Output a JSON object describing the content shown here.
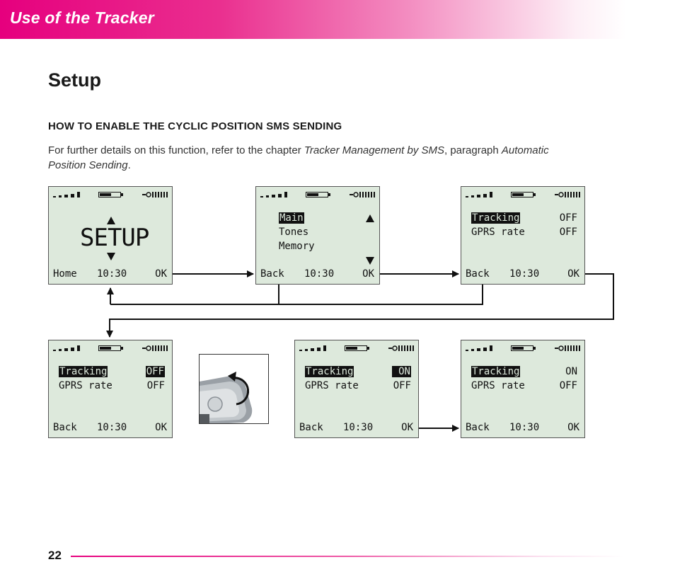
{
  "header": {
    "section_title": "Use of the Tracker"
  },
  "page": {
    "title": "Setup",
    "section_heading": "HOW TO ENABLE THE CYCLIC POSITION SMS SENDING",
    "intro": {
      "part1": "For further details on this function, refer to the chapter ",
      "chapter": "Tracker Management by SMS",
      "part2": ", paragraph ",
      "paragraph_l1": "Automatic",
      "paragraph_l2": "Position Sending",
      "end": "."
    },
    "page_number": "22"
  },
  "icons": {
    "signal": "signal-strength-icon",
    "battery": "battery-icon",
    "antenna": "gps-antenna-icon",
    "rotate": "rotate-arrow-icon"
  },
  "screens": {
    "s1": {
      "big": "SETUP",
      "left": "Home",
      "time": "10:30",
      "right": "OK"
    },
    "s2": {
      "menu": [
        "Main",
        "Tones",
        "Memory"
      ],
      "left": "Back",
      "time": "10:30",
      "right": "OK"
    },
    "s3": {
      "r1_label": "Tracking",
      "r1_value": "OFF",
      "r2_label": "GPRS rate",
      "r2_value": "OFF",
      "left": "Back",
      "time": "10:30",
      "right": "OK"
    },
    "s4": {
      "r1_label": "Tracking",
      "r1_value": "OFF",
      "r2_label": "GPRS rate",
      "r2_value": "OFF",
      "left": "Back",
      "time": "10:30",
      "right": "OK"
    },
    "s5": {
      "r1_label": "Tracking",
      "r1_value": " ON",
      "r2_label": "GPRS rate",
      "r2_value": "OFF",
      "left": "Back",
      "time": "10:30",
      "right": "OK"
    },
    "s6": {
      "r1_label": "Tracking",
      "r1_value": "ON",
      "r2_label": "GPRS rate",
      "r2_value": "OFF",
      "left": "Back",
      "time": "10:30",
      "right": "OK"
    }
  }
}
